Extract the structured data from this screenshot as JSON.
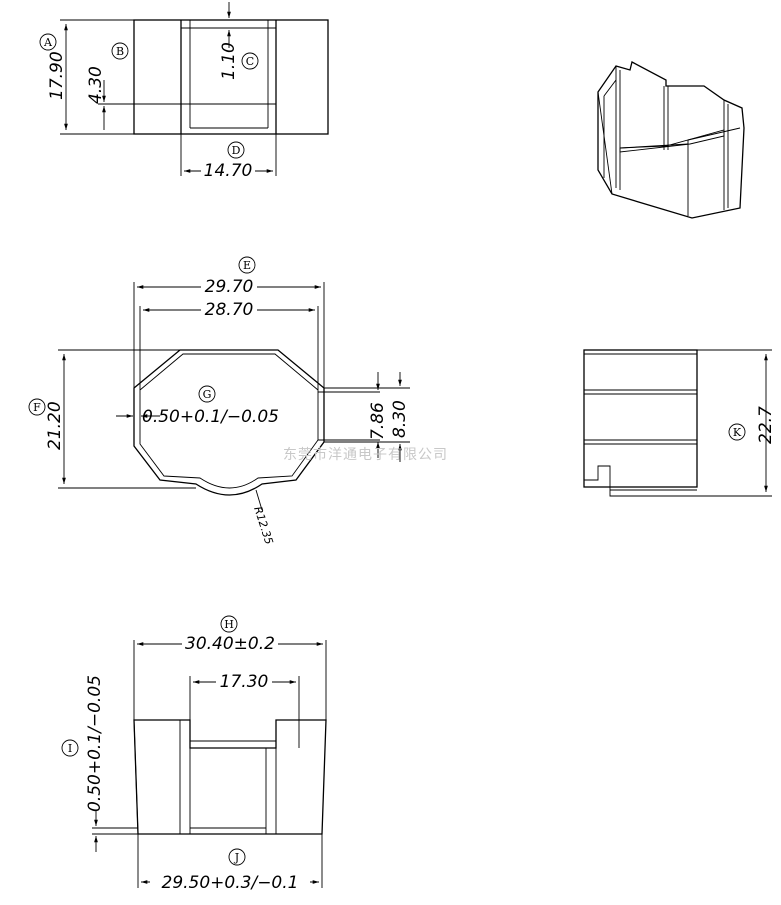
{
  "views": {
    "side_top": {
      "dims": {
        "height_total": "17.90",
        "slot_depth": "4.30",
        "tab_height": "1.10",
        "slot_width": "14.70"
      },
      "markers": {
        "A": "A",
        "B": "B",
        "C": "C",
        "D": "D"
      }
    },
    "plan": {
      "dims": {
        "outer_width": "29.70",
        "inner_width": "28.70",
        "height": "21.20",
        "thickness": "0.50+0.1/−0.05",
        "gap_inner": "7.86",
        "gap_outer": "8.30",
        "radius": "R12.35"
      },
      "markers": {
        "E": "E",
        "F": "F",
        "G": "G"
      }
    },
    "side_right": {
      "dims": {
        "height": "22.7"
      },
      "markers": {
        "K": "K"
      }
    },
    "front": {
      "dims": {
        "top_width": "30.40±0.2",
        "slot_width": "17.30",
        "thickness": "0.50+0.1/−0.05",
        "bottom_width": "29.50+0.3/−0.1"
      },
      "markers": {
        "H": "H",
        "I": "I",
        "J": "J"
      }
    }
  },
  "watermark": "东莞市洋通电子有限公司"
}
